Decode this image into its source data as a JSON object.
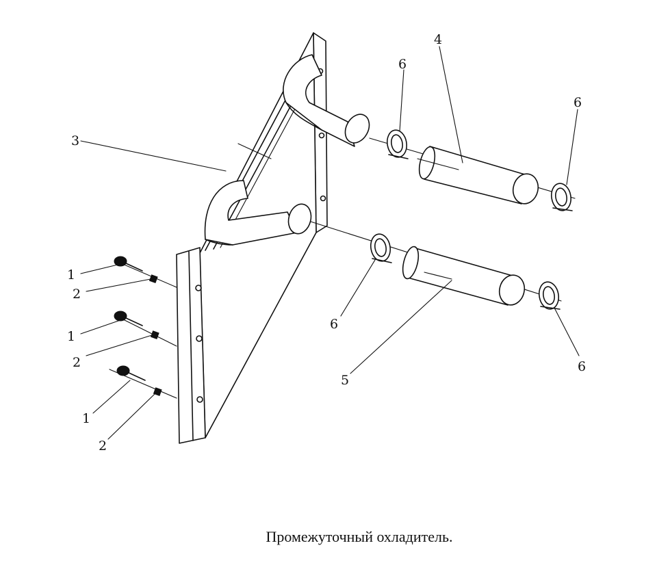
{
  "caption": "Промежуточный охладитель.",
  "callouts": [
    {
      "id": "bolt-1a",
      "label": "1"
    },
    {
      "id": "nut-2a",
      "label": "2"
    },
    {
      "id": "bolt-1b",
      "label": "1"
    },
    {
      "id": "nut-2b",
      "label": "2"
    },
    {
      "id": "bolt-1c",
      "label": "1"
    },
    {
      "id": "nut-2c",
      "label": "2"
    },
    {
      "id": "cooler-3",
      "label": "3"
    },
    {
      "id": "hose-4",
      "label": "4"
    },
    {
      "id": "hose-5",
      "label": "5"
    },
    {
      "id": "clamp-6a",
      "label": "6"
    },
    {
      "id": "clamp-6b",
      "label": "6"
    },
    {
      "id": "clamp-6c",
      "label": "6"
    },
    {
      "id": "clamp-6d",
      "label": "6"
    }
  ]
}
